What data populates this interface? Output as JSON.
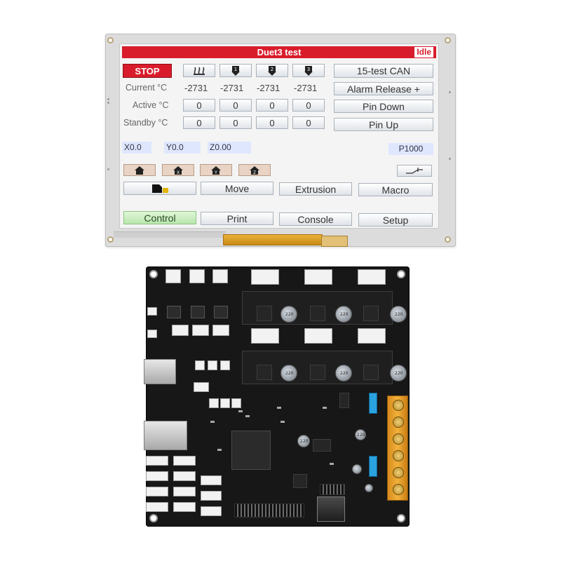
{
  "display": {
    "title": "Duet3 test",
    "status": "Idle",
    "stop_label": "STOP",
    "can_label": "15-test CAN",
    "alarm_label": "Alarm Release +",
    "pin_down_label": "Pin Down",
    "pin_up_label": "Pin Up",
    "heater_icons": [
      "radiator-icon",
      "download-1-icon",
      "download-2-icon",
      "download-3-icon"
    ],
    "rows": {
      "current": {
        "label": "Current °C",
        "values": [
          "-2731",
          "-2731",
          "-2731",
          "-2731"
        ]
      },
      "active": {
        "label": "Active °C",
        "values": [
          "0",
          "0",
          "0",
          "0"
        ]
      },
      "standby": {
        "label": "Standby °C",
        "values": [
          "0",
          "0",
          "0",
          "0"
        ]
      }
    },
    "axes": {
      "x": "X0.0",
      "y": "Y0.0",
      "z": "Z0.00"
    },
    "speed": "P1000",
    "home_icons": [
      "home-all-icon",
      "home-x-icon",
      "home-y-icon",
      "home-z-icon"
    ],
    "bed_compensation_icon": "bed-compensation-icon",
    "sd_icon": "sd-card-icon",
    "move_label": "Move",
    "extrusion_label": "Extrusion",
    "macro_label": "Macro",
    "tabs": [
      "Control",
      "Print",
      "Console",
      "Setup"
    ],
    "colors": {
      "title_bar": "#d91c2c",
      "stop": "#d91c2c",
      "control_tab": "#b9e6ad",
      "axis_field": "#dfe7ff"
    }
  },
  "board": {
    "capacitor_labels": [
      "220",
      "220",
      "220",
      "220",
      "220",
      "220",
      "220",
      "220"
    ]
  }
}
